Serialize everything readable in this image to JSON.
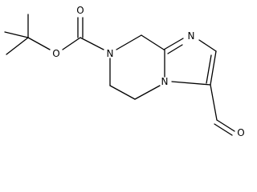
{
  "molecule": {
    "atoms": {
      "carbonyl_oxygen": "O",
      "ester_oxygen": "O",
      "ring_nitrogen_amide": "N",
      "ring_nitrogen_bridge": "N",
      "imidazole_nitrogen": "N",
      "aldehyde_oxygen": "O"
    }
  }
}
